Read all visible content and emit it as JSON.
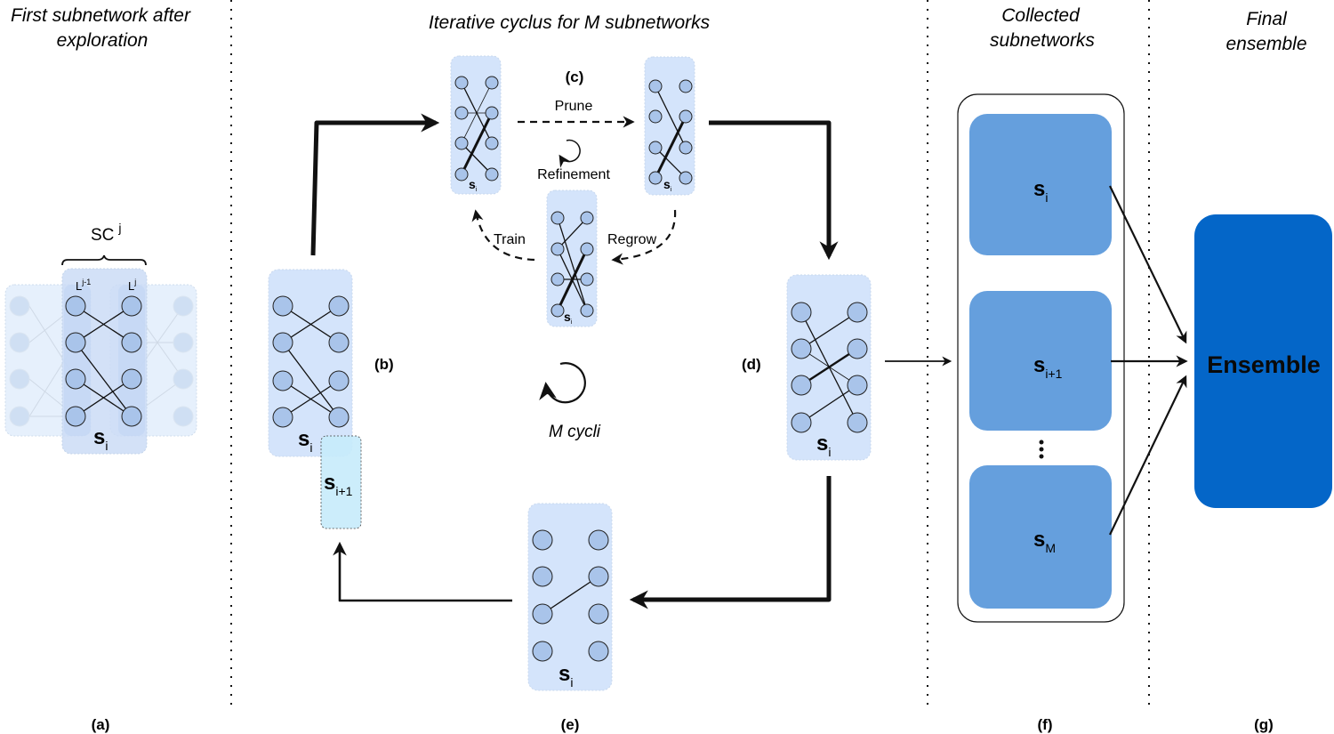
{
  "colors": {
    "net_box": "#d4e4fb",
    "net_box_faded": "#e6f0fc",
    "node_fill": "#a9c4ea",
    "node_faded": "#c9daf2",
    "next_box": "#c8ecfb",
    "collected_box": "#659fdd",
    "ensemble_box": "#0466c8",
    "line": "#111111"
  },
  "sections": {
    "a": {
      "title_line1": "First subnetwork after",
      "title_line2": "exploration",
      "label": "(a)"
    },
    "cycle": {
      "title": "Iterative cyclus for M subnetworks"
    },
    "e": {
      "label": "(e)"
    },
    "f": {
      "title_line1": "Collected",
      "title_line2": "subnetworks",
      "label": "(f)"
    },
    "g": {
      "title_line1": "Final",
      "title_line2": "ensemble",
      "label": "(g)"
    }
  },
  "panel_a": {
    "sc_label": "SC",
    "sc_sup": "j",
    "layer_left": "L",
    "layer_left_sup": "j-1",
    "layer_right": "L",
    "layer_right_sup": "j",
    "net_label": "s",
    "net_sub": "i"
  },
  "panel_b": {
    "label": "(b)",
    "net_label": "s",
    "net_sub": "i",
    "next_label": "s",
    "next_sub": "i+1"
  },
  "panel_c": {
    "label": "(c)",
    "prune": "Prune",
    "refinement": "Refinement",
    "train": "Train",
    "regrow": "Regrow",
    "net_label": "s",
    "net_sub": "i"
  },
  "panel_d": {
    "label": "(d)",
    "net_label": "s",
    "net_sub": "i"
  },
  "panel_e": {
    "net_label": "s",
    "net_sub": "i"
  },
  "cycle_center": {
    "label": "M cycli"
  },
  "collected": [
    {
      "label": "s",
      "sub": "i"
    },
    {
      "label": "s",
      "sub": "i+1"
    },
    {
      "label": "s",
      "sub": "M"
    }
  ],
  "ensemble": {
    "label": "Ensemble"
  }
}
